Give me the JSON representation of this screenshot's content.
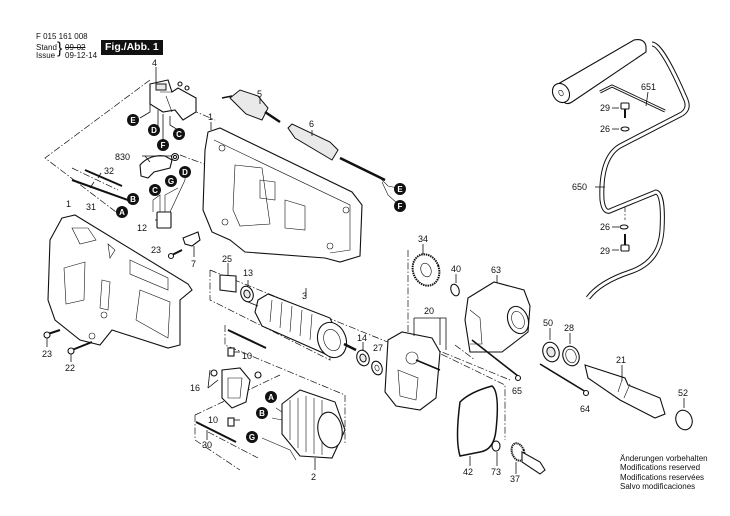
{
  "header": {
    "doc_number": "F 015 161 008",
    "stand_label": "Stand",
    "stand_value": "09-02",
    "issue_label": "Issue",
    "issue_value": "09-12-14",
    "figure_label": "Fig./Abb. 1"
  },
  "notice": {
    "lines": [
      "Änderungen vorbehalten",
      "Modifications reserved",
      "Modifications reservées",
      "Salvo modificaciones"
    ]
  },
  "parts": [
    {
      "id": "1",
      "label": "1"
    },
    {
      "id": "1b",
      "label": "1"
    },
    {
      "id": "2",
      "label": "2"
    },
    {
      "id": "3",
      "label": "3"
    },
    {
      "id": "4",
      "label": "4"
    },
    {
      "id": "5",
      "label": "5"
    },
    {
      "id": "6",
      "label": "6"
    },
    {
      "id": "7",
      "label": "7"
    },
    {
      "id": "10a",
      "label": "10"
    },
    {
      "id": "10b",
      "label": "10"
    },
    {
      "id": "12",
      "label": "12"
    },
    {
      "id": "13",
      "label": "13"
    },
    {
      "id": "14",
      "label": "14"
    },
    {
      "id": "16",
      "label": "16"
    },
    {
      "id": "20",
      "label": "20"
    },
    {
      "id": "21",
      "label": "21"
    },
    {
      "id": "22",
      "label": "22"
    },
    {
      "id": "23a",
      "label": "23"
    },
    {
      "id": "23b",
      "label": "23"
    },
    {
      "id": "25",
      "label": "25"
    },
    {
      "id": "26a",
      "label": "26"
    },
    {
      "id": "26b",
      "label": "26"
    },
    {
      "id": "27a",
      "label": "27"
    },
    {
      "id": "27b",
      "label": "27"
    },
    {
      "id": "28",
      "label": "28"
    },
    {
      "id": "29a",
      "label": "29"
    },
    {
      "id": "29b",
      "label": "29"
    },
    {
      "id": "30",
      "label": "30"
    },
    {
      "id": "31",
      "label": "31"
    },
    {
      "id": "32",
      "label": "32"
    },
    {
      "id": "34",
      "label": "34"
    },
    {
      "id": "37",
      "label": "37"
    },
    {
      "id": "40",
      "label": "40"
    },
    {
      "id": "42",
      "label": "42"
    },
    {
      "id": "50",
      "label": "50"
    },
    {
      "id": "52",
      "label": "52"
    },
    {
      "id": "63",
      "label": "63"
    },
    {
      "id": "64",
      "label": "64"
    },
    {
      "id": "65",
      "label": "65"
    },
    {
      "id": "73",
      "label": "73"
    },
    {
      "id": "650",
      "label": "650"
    },
    {
      "id": "651",
      "label": "651"
    },
    {
      "id": "830",
      "label": "830"
    }
  ],
  "connectors": [
    {
      "id": "E1",
      "label": "E"
    },
    {
      "id": "D1",
      "label": "D"
    },
    {
      "id": "C1",
      "label": "C"
    },
    {
      "id": "F1",
      "label": "F"
    },
    {
      "id": "C2",
      "label": "C"
    },
    {
      "id": "G1",
      "label": "G"
    },
    {
      "id": "D2",
      "label": "D"
    },
    {
      "id": "B1",
      "label": "B"
    },
    {
      "id": "A1",
      "label": "A"
    },
    {
      "id": "E2",
      "label": "E"
    },
    {
      "id": "F2",
      "label": "F"
    },
    {
      "id": "A2",
      "label": "A"
    },
    {
      "id": "B2",
      "label": "B"
    },
    {
      "id": "G2",
      "label": "G"
    }
  ]
}
